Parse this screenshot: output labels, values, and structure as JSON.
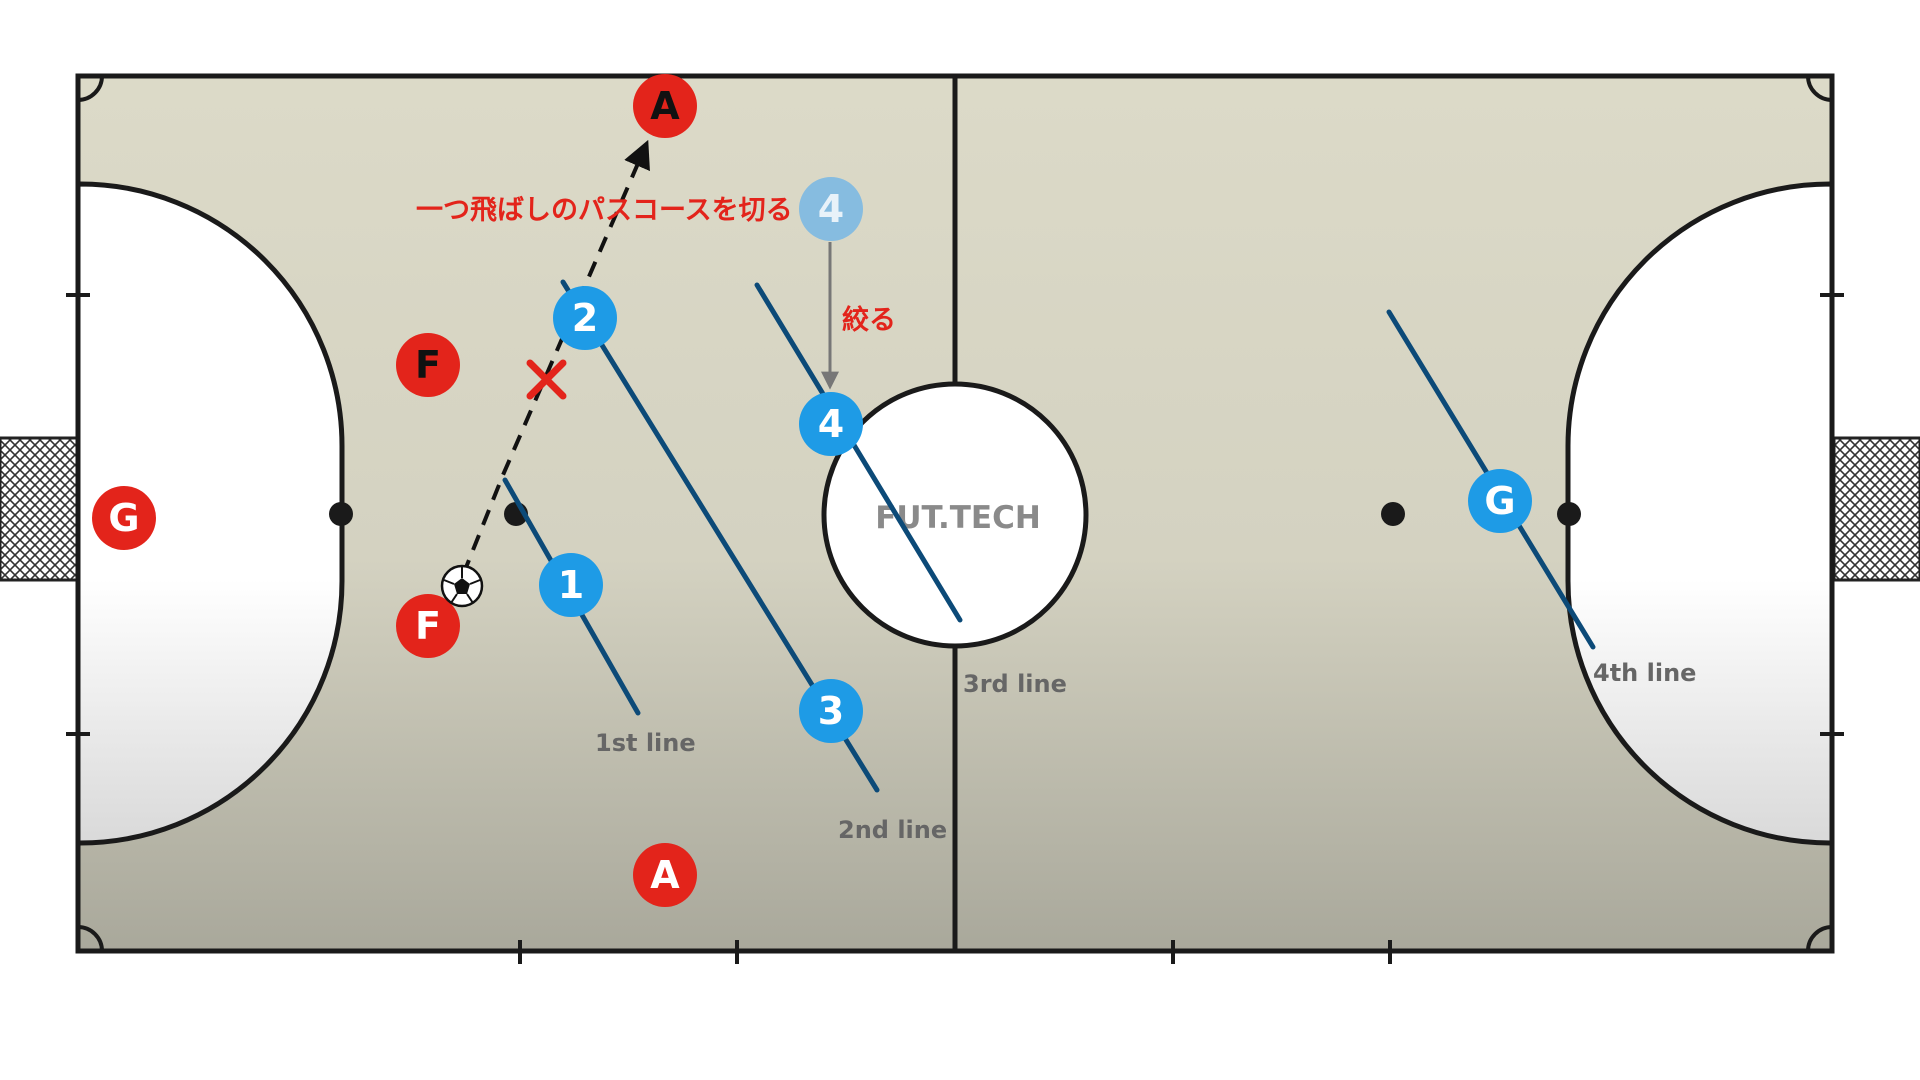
{
  "watermark": "FUT.TECH",
  "annotation_main": "一つ飛ばしのパスコースを切る",
  "annotation_move": "絞る",
  "line_labels": [
    "1st line",
    "2nd line",
    "3rd line",
    "4th line"
  ],
  "players_blue": [
    {
      "label": "1"
    },
    {
      "label": "2"
    },
    {
      "label": "3"
    },
    {
      "label": "4"
    },
    {
      "label": "4"
    },
    {
      "label": "G"
    }
  ],
  "players_red": [
    {
      "label": "A"
    },
    {
      "label": "A"
    },
    {
      "label": "F"
    },
    {
      "label": "F"
    },
    {
      "label": "G"
    }
  ],
  "colors": {
    "court": "#d8d6c4",
    "court_shadow": "#a8a79a",
    "lines": "#1a1a1a",
    "blue_player": "#1e9be6",
    "blue_ghost": "#86bce0",
    "red_player": "#e3241b",
    "defense_line": "#0c4a78",
    "annotation": "#e3241b",
    "label_text": "#666666"
  }
}
